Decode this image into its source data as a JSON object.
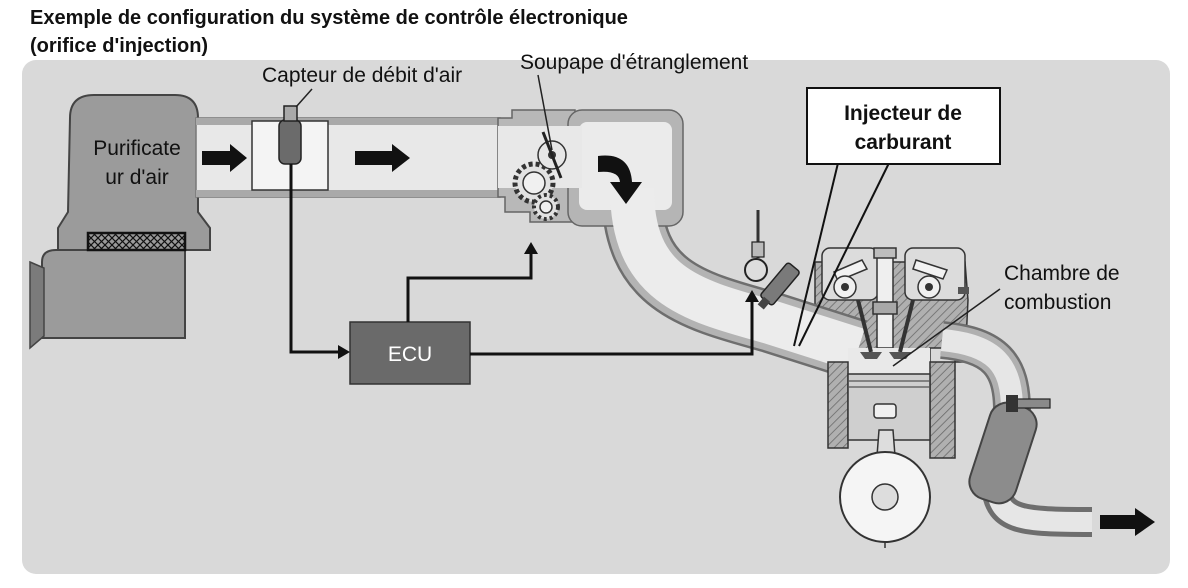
{
  "title": {
    "line1": "Exemple de configuration du système de contrôle électronique",
    "line2": "(orifice d'injection)"
  },
  "labels": {
    "air_cleaner": [
      "Purificate",
      "ur d'air"
    ],
    "airflow_sensor": "Capteur de débit d'air",
    "throttle_valve": "Soupape d'étranglement",
    "ecu": "ECU",
    "fuel_injector": [
      "Injecteur de",
      "carburant"
    ],
    "combustion_chamber": [
      "Chambre de",
      "combustion"
    ]
  },
  "colors": {
    "panel": "#d9d9d9",
    "ecu_box": "#6a6a6a",
    "ecu_text": "#ffffff",
    "callout_box": "#ffffff"
  }
}
